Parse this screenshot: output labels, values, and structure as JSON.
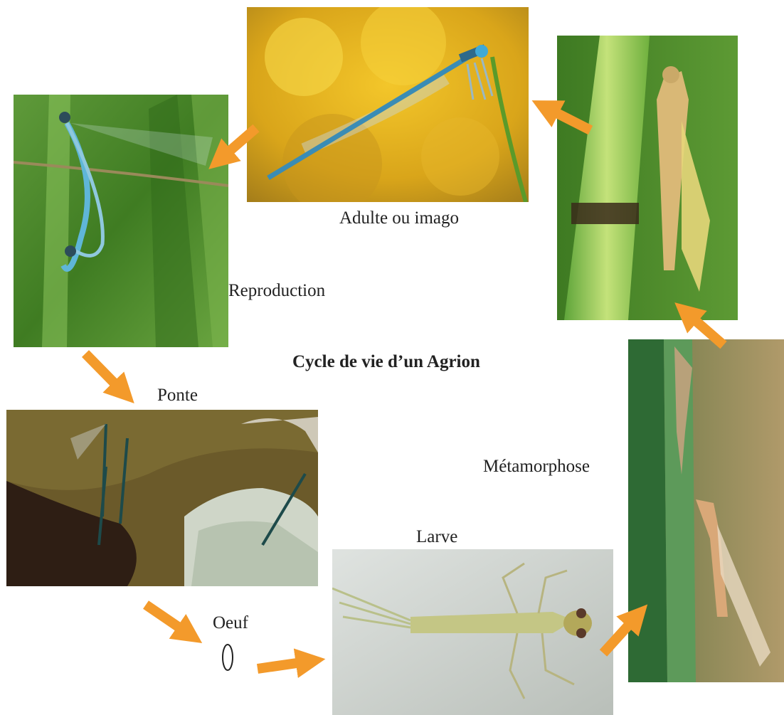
{
  "title": "Cycle de vie d’un Agrion",
  "stages": {
    "adult": "Adulte ou imago",
    "reproduction": "Reproduction",
    "ponte": "Ponte",
    "oeuf": "Oeuf",
    "larve": "Larve",
    "metamorphose": "Métamorphose"
  },
  "colors": {
    "arrow": "#f39a2b",
    "foliage": "#4f8f2a",
    "flower_yellow": "#e7b21c",
    "damselfly_blue": "#3fa2c8",
    "larva": "#c9c48a"
  }
}
